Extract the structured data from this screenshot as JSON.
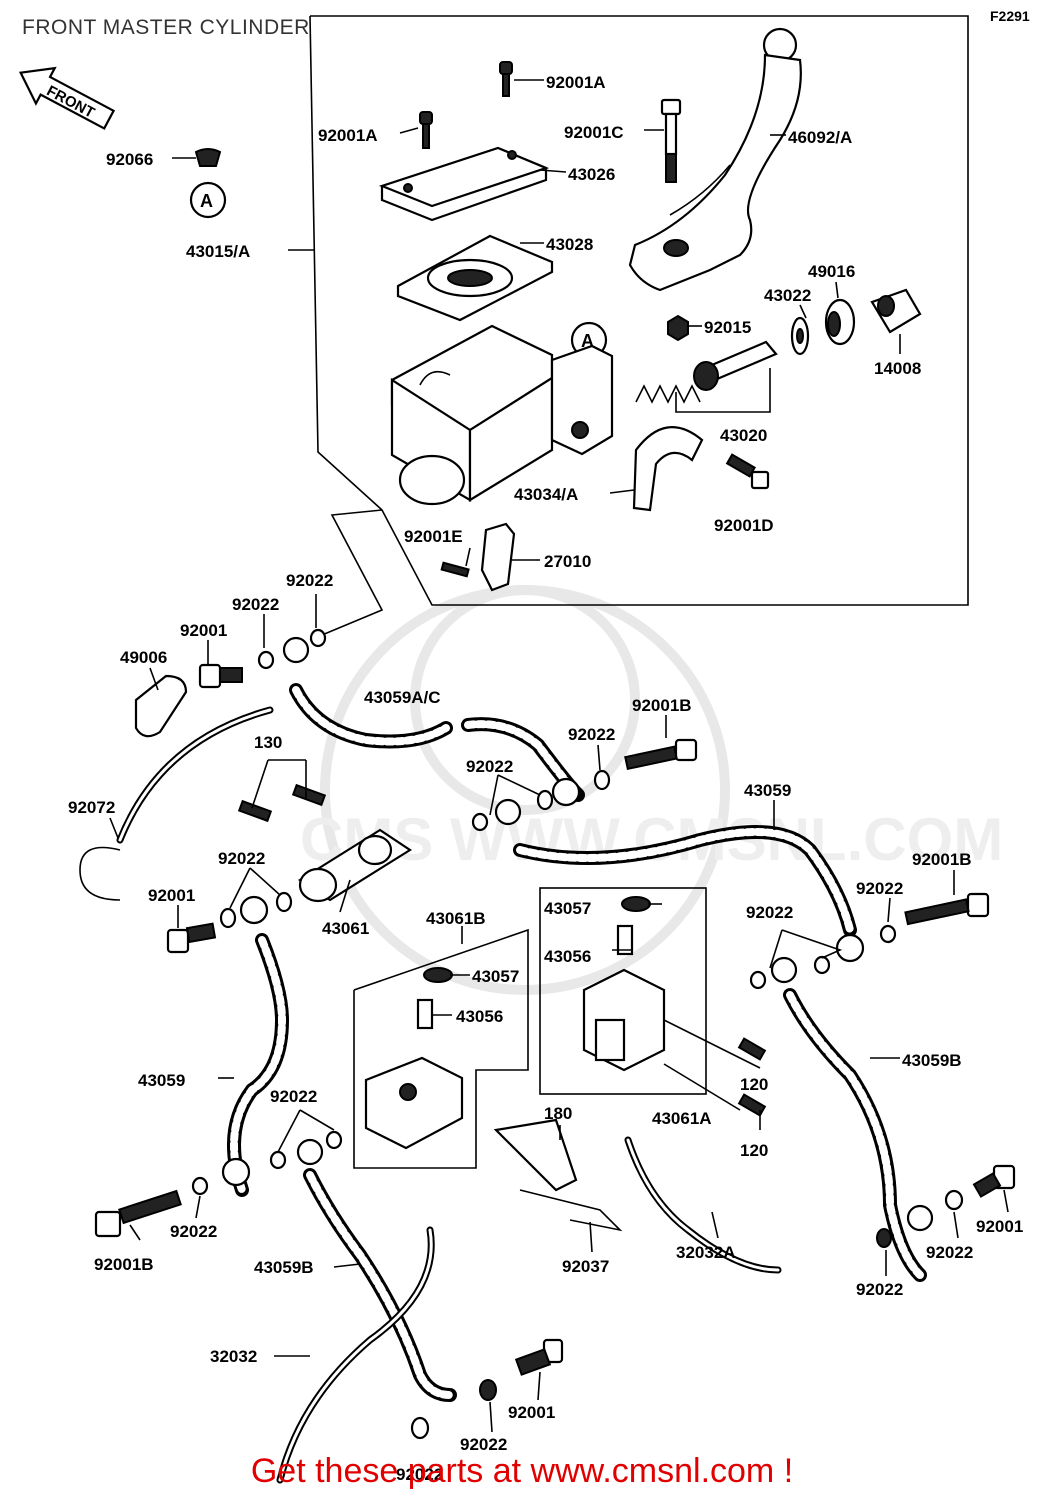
{
  "title": "FRONT MASTER CYLINDER",
  "figure_code": "F2291",
  "front_arrow_label": "FRONT",
  "footer": "Get these parts at www.cmsnl.com !",
  "watermark": "CMS WWW.CMSNL.COM",
  "callout_letter": "A",
  "labels": {
    "p92001A_1": "92001A",
    "p92001A_2": "92001A",
    "p92001C": "92001C",
    "p46092": "46092/A",
    "p92066": "92066",
    "p43026": "43026",
    "p43015": "43015/A",
    "p43028": "43028",
    "p49016": "49016",
    "p43022": "43022",
    "p92015": "92015",
    "p14008": "14008",
    "p43020": "43020",
    "p43034": "43034/A",
    "p92001D": "92001D",
    "p92001E": "92001E",
    "p27010": "27010",
    "p92022_a": "92022",
    "p92022_b": "92022",
    "p92001_a": "92001",
    "p49006": "49006",
    "p43059AC": "43059A/C",
    "p92001B_a": "92001B",
    "p92022_c": "92022",
    "p130": "130",
    "p92022_d": "92022",
    "p43059_a": "43059",
    "p92072": "92072",
    "p92022_e": "92022",
    "p92001_b": "92001",
    "p43061": "43061",
    "p43061B": "43061B",
    "p43057_a": "43057",
    "p43056_a": "43056",
    "p92001B_b": "92001B",
    "p92022_f": "92022",
    "p92022_g": "92022",
    "p43057_b": "43057",
    "p43056_b": "43056",
    "p43059B_a": "43059B",
    "p120_a": "120",
    "p43061A": "43061A",
    "p120_b": "120",
    "p43059_b": "43059",
    "p92022_h": "92022",
    "p180": "180",
    "p92022_i": "92022",
    "p92001B_c": "92001B",
    "p43059B_b": "43059B",
    "p92037": "92037",
    "p32032A": "32032A",
    "p92022_j": "92022",
    "p92001_c": "92001",
    "p92022_k": "92022",
    "p32032": "32032",
    "p92001_d": "92001",
    "p92022_l": "92022",
    "p92022_m": "92022"
  }
}
